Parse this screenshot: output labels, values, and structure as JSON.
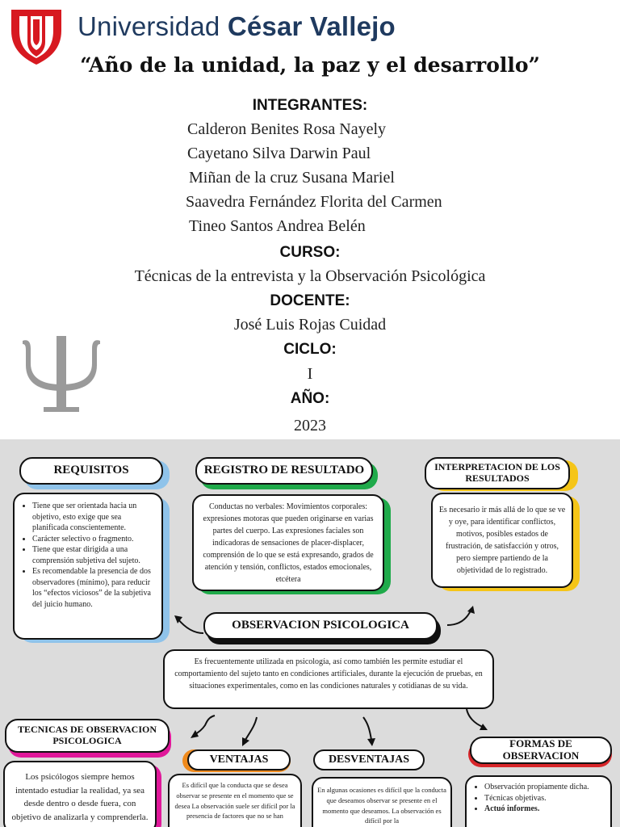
{
  "header": {
    "university_regular": "Universidad ",
    "university_bold": "César Vallejo",
    "motto": "“Año de la unidad, la paz y el desarrollo”"
  },
  "cover": {
    "integrantes_label": "INTEGRANTES:",
    "integrantes": [
      "Calderon Benites Rosa Nayely",
      "Cayetano Silva Darwin Paul",
      "Miñan de la cruz Susana Mariel",
      "Saavedra Fernández Florita del Carmen",
      "Tineo Santos Andrea Belén"
    ],
    "curso_label": "CURSO:",
    "curso": "Técnicas de la entrevista y la Observación Psicológica",
    "docente_label": "DOCENTE:",
    "docente": "José Luis Rojas Cuidad",
    "ciclo_label": "CICLO:",
    "ciclo": "I",
    "anio_label": "AÑO:",
    "anio": "2023",
    "psi_symbol": "psi-icon"
  },
  "map": {
    "requisitos": {
      "title": "REQUISITOS",
      "items": [
        "Tiene que ser orientada hacia un objetivo, esto exige que sea planificada conscientemente.",
        "Carácter selectivo o fragmento.",
        "Tiene que estar dirigida  a una comprensión subjetiva del sujeto.",
        "Es recomendable la presencia de dos observadores (mínimo), para reducir los “efectos viciosos” de la subjetiva del juicio humano."
      ]
    },
    "registro": {
      "title": "REGISTRO DE RESULTADO",
      "text": "Conductas no verbales: Movimientos corporales: expresiones motoras que pueden originarse en varias partes del cuerpo. Las expresiones faciales son indicadoras de sensaciones de placer-displacer, comprensión de lo que se está expresando, grados de atención y tensión, conflictos, estados emocionales, etcétera"
    },
    "interpretacion": {
      "title": "INTERPRETACION DE LOS RESULTADOS",
      "text": "Es necesario ir más allá de lo que se ve y oye, para identificar conflictos, motivos, posibles estados de frustración, de satisfacción y otros, pero siempre partiendo de la objetividad de lo registrado."
    },
    "central": {
      "title": "OBSERVACION PSICOLOGICA",
      "text": "Es frecuentemente utilizada en psicología, así como también les permite estudiar el comportamiento del sujeto tanto en condiciones artificiales, durante la ejecución de pruebas, en situaciones experimentales, como en las  condiciones naturales y cotidianas de su vida."
    },
    "tecnicas": {
      "title": "TECNICAS DE OBSERVACION PSICOLOGICA",
      "text": "Los psicólogos siempre hemos intentado estudiar la realidad, ya sea desde dentro o desde fuera, con objetivo de analizarla y comprenderla. Así nació la evaluación"
    },
    "ventajas": {
      "title": "VENTAJAS",
      "text": "Es difícil que la conducta que se desea observar se presente en el momento que se desea La observación suele ser difícil por la presencia de factores que no se han"
    },
    "desventajas": {
      "title": "DESVENTAJAS",
      "text": "En algunas ocasiones es difícil que la conducta que deseamos observar se presente en el momento que deseamos. La observación es difícil por la"
    },
    "formas": {
      "title": "FORMAS DE OBSERVACION",
      "items": [
        "Observación propiamente dicha.",
        " Técnicas  objetivas.",
        "Actuó informes."
      ]
    },
    "colors": {
      "background": "#dcdcdc",
      "blue_accent": "#8fc3ea",
      "green_accent": "#1faa4a",
      "yellow_accent": "#f5c518",
      "pink_accent": "#e0189a",
      "orange_accent": "#f08a1c",
      "red_accent": "#d8262a",
      "logo_red": "#d71920",
      "brand_navy": "#1f3a5f"
    }
  }
}
